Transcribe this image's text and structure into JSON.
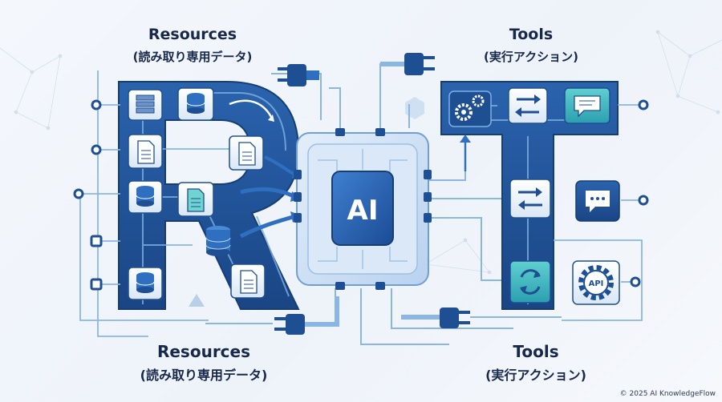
{
  "labels": {
    "resources_top_title": "Resources",
    "resources_top_sub": "(読み取り専用データ)",
    "tools_top_title": "Tools",
    "tools_top_sub": "(実行アクション)",
    "resources_bottom_title": "Resources",
    "resources_bottom_sub": "(読み取り専用データ)",
    "tools_bottom_title": "Tools",
    "tools_bottom_sub": "(実行アクション)"
  },
  "chip": {
    "label": "AI"
  },
  "api_badge": {
    "label": "API"
  },
  "copyright": "© 2025 AI KnowledgeFlow",
  "colors": {
    "navy": "#1f4f93",
    "blue": "#2f6fbf",
    "light_blue": "#8ab6e3",
    "teal": "#3fb5b9",
    "chip_bg": "#cfe1f5",
    "text": "#17284a"
  },
  "icons": {
    "resources": [
      "server-icon",
      "database-icon",
      "document-icon",
      "document-icon",
      "database-icon",
      "document-icon",
      "database-icon",
      "document-icon",
      "database-icon"
    ],
    "tools": [
      "gears-icon",
      "swap-arrows-icon",
      "chat-icon",
      "swap-arrows-icon",
      "chat-icon",
      "refresh-icon",
      "api-gear-icon"
    ]
  }
}
